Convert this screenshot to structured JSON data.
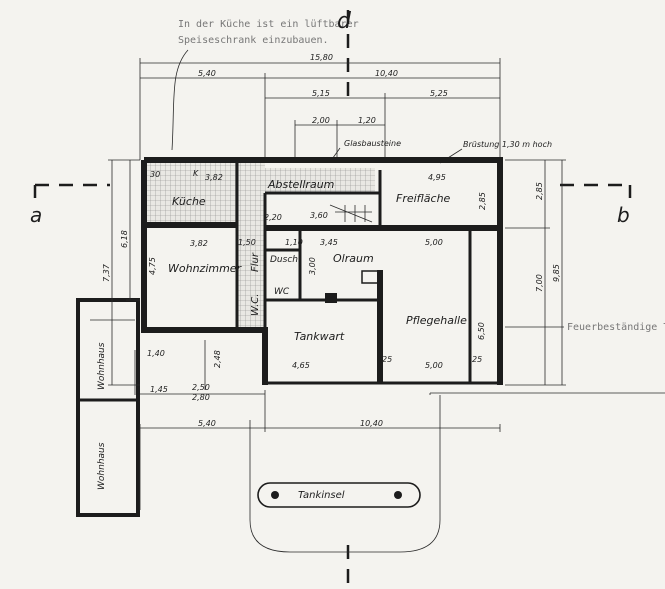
{
  "notes": {
    "kitchen_note_line1": "In der Küche ist ein lüftbarer",
    "kitchen_note_line2": "Speiseschrank einzubauen.",
    "fire_note": "Feuerbeständige Tü",
    "glass": "Glasbausteine",
    "parapet": "Brüstung 1,30 m hoch"
  },
  "section_marks": {
    "a_left": "a",
    "b_right": "b",
    "d_top": "d"
  },
  "rooms": {
    "kueche": "Küche",
    "abstellraum": "Abstellraum",
    "freiflaeche": "Freifläche",
    "wohnzimmer": "Wohnzimmer",
    "flur": "Flur",
    "dusche": "Dusch",
    "wc_small": "WC",
    "wc_big": "W.C.",
    "olraum": "Olraum",
    "pflegehalle": "Pflegehalle",
    "tankwart": "Tankwart",
    "tankinsel": "Tankinsel",
    "k_mark": "K"
  },
  "dimensions": {
    "total_top": "15,80",
    "top_540": "5,40",
    "top_1040": "10,40",
    "top_515": "5,15",
    "top_525": "5,25",
    "top_200": "2,00",
    "top_120": "1,20",
    "kitchen_382": "3,82",
    "wohn_382": "3,82",
    "frei_495": "4,95",
    "abst_360": "3,60",
    "olr_345": "3,45",
    "olr_500": "5,00",
    "tank_465": "4,65",
    "pflege_500": "5,00",
    "pflege_650": "6,50",
    "left_737": "7,37",
    "left_618": "6,18",
    "left_475": "4,75",
    "right_285_a": "2,85",
    "right_285_b": "2,85",
    "right_700": "7,00",
    "right_985": "9,85",
    "bot_540": "5,40",
    "bot_1040": "10,40",
    "bot_145": "1,45",
    "bot_250": "2,50",
    "bot_280": "2,80",
    "mid_140": "1,40",
    "mid_248": "2,48",
    "wall_25a": "25",
    "wall_25b": "25",
    "wall_30": "30",
    "olr_300": "3,00",
    "small_220": "2,20",
    "small_110": "1,10",
    "flur_150": "1,50"
  },
  "left_building_label_1": "Wohnhaus",
  "left_building_label_2": "Wohnhaus"
}
